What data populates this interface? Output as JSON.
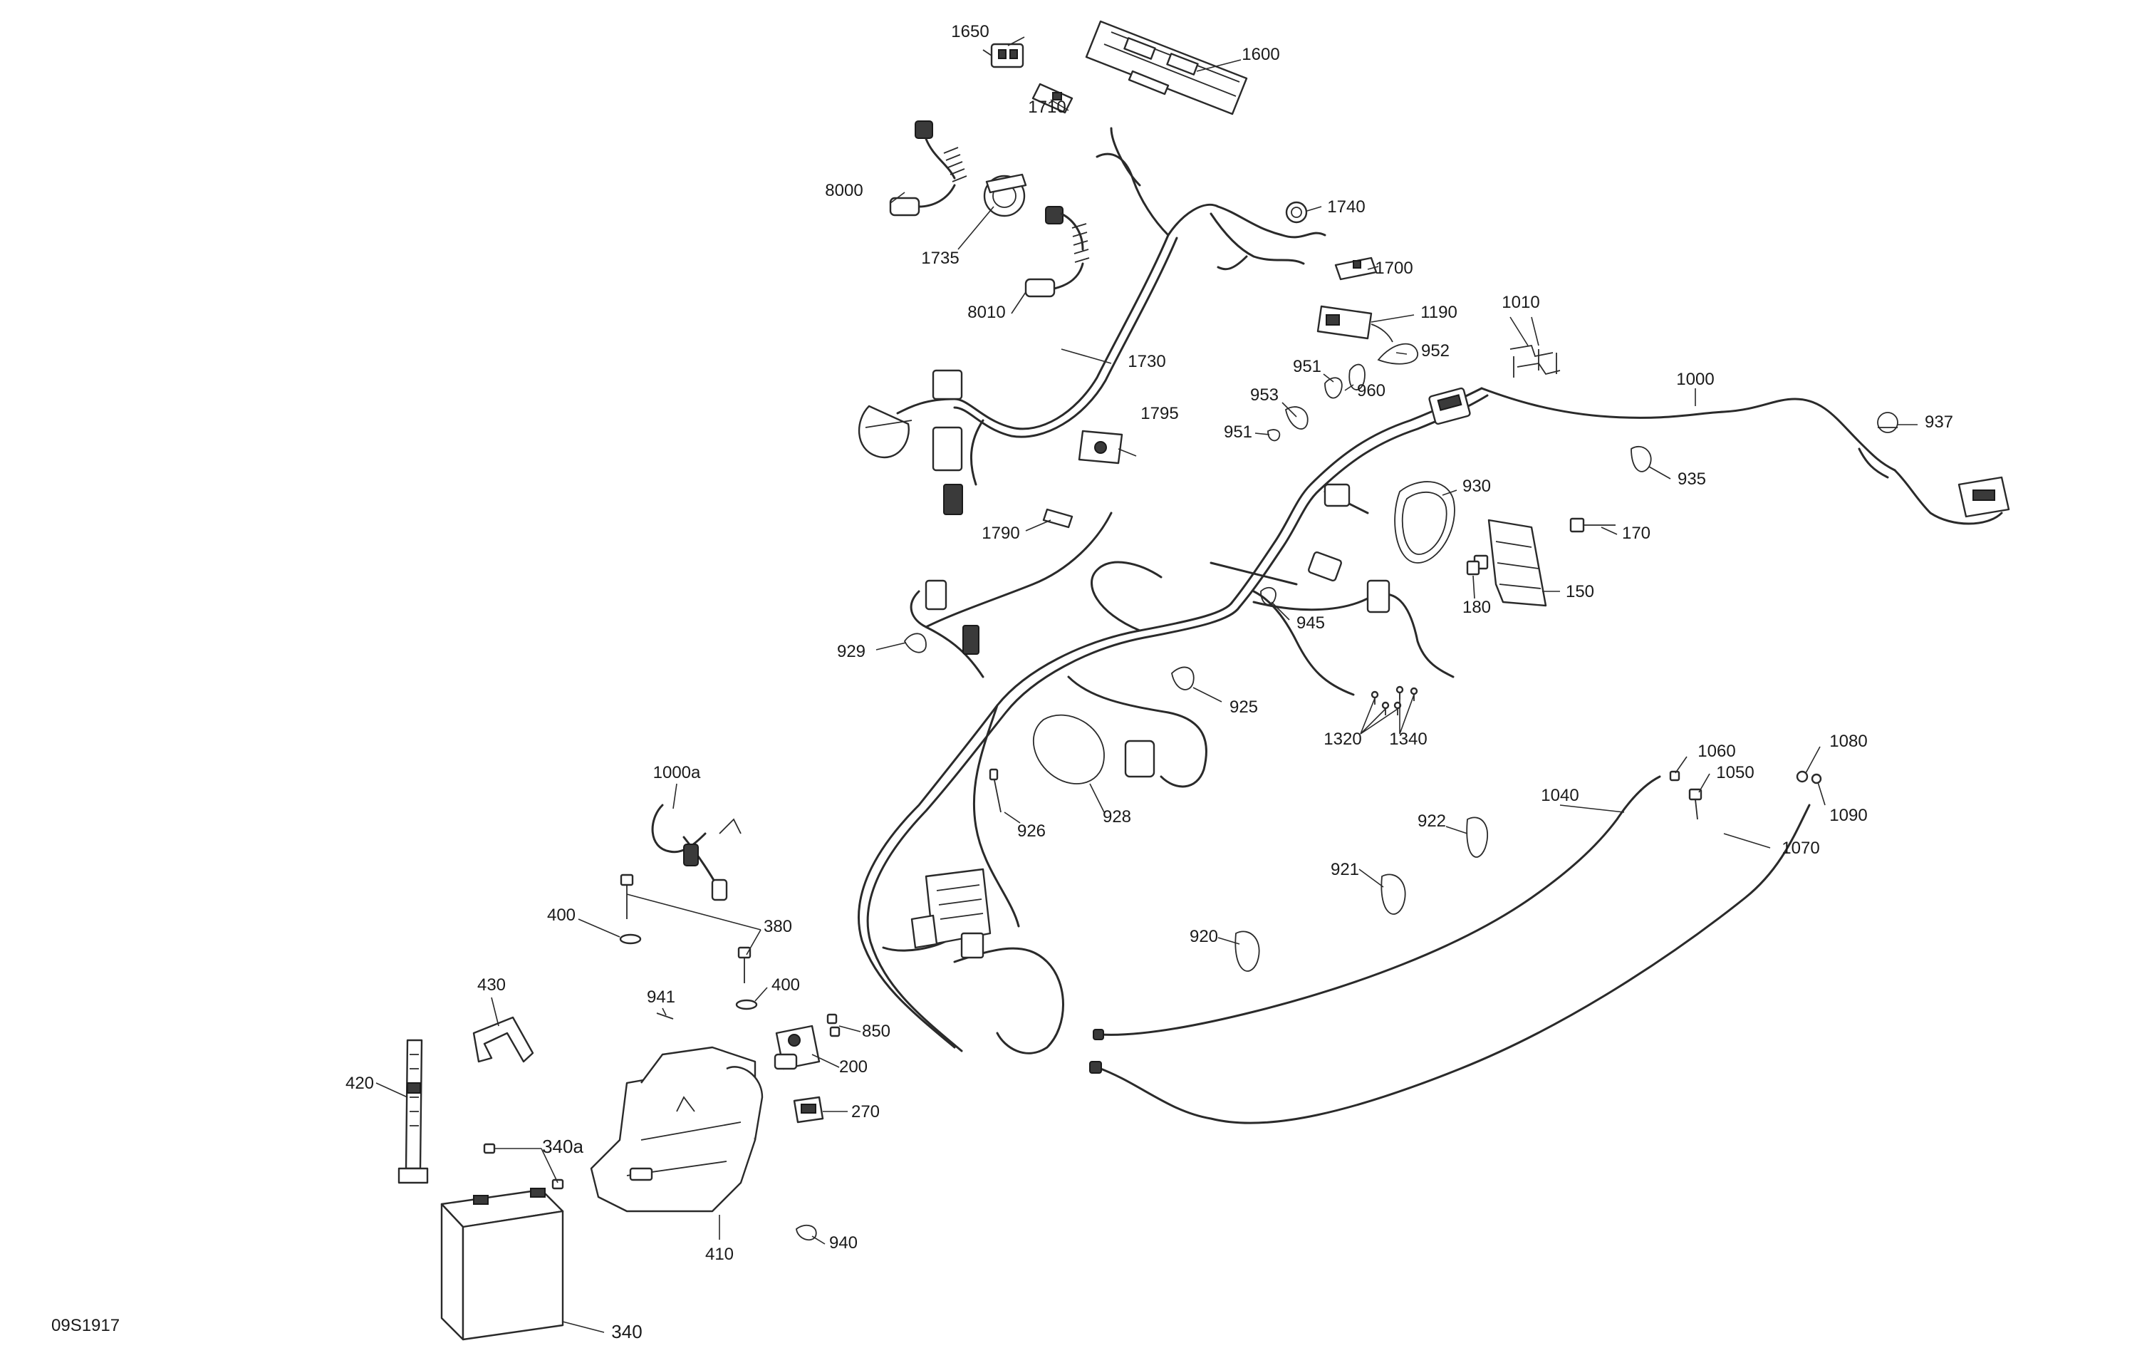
{
  "diagram": {
    "code": "09S1917",
    "callouts": [
      "1650",
      "1600",
      "1710",
      "8000",
      "1735",
      "8010",
      "1740",
      "1700",
      "1190",
      "1010",
      "952",
      "951",
      "960",
      "953",
      "951",
      "1000",
      "937",
      "1730",
      "1795",
      "930",
      "935",
      "170",
      "1790",
      "180",
      "150",
      "929",
      "945",
      "925",
      "1320",
      "1340",
      "1060",
      "1050",
      "1080",
      "1090",
      "1000a",
      "926",
      "928",
      "1040",
      "922",
      "1070",
      "921",
      "920",
      "400",
      "380",
      "430",
      "400",
      "941",
      "850",
      "200",
      "420",
      "270",
      "340a",
      "410",
      "940",
      "340"
    ]
  }
}
